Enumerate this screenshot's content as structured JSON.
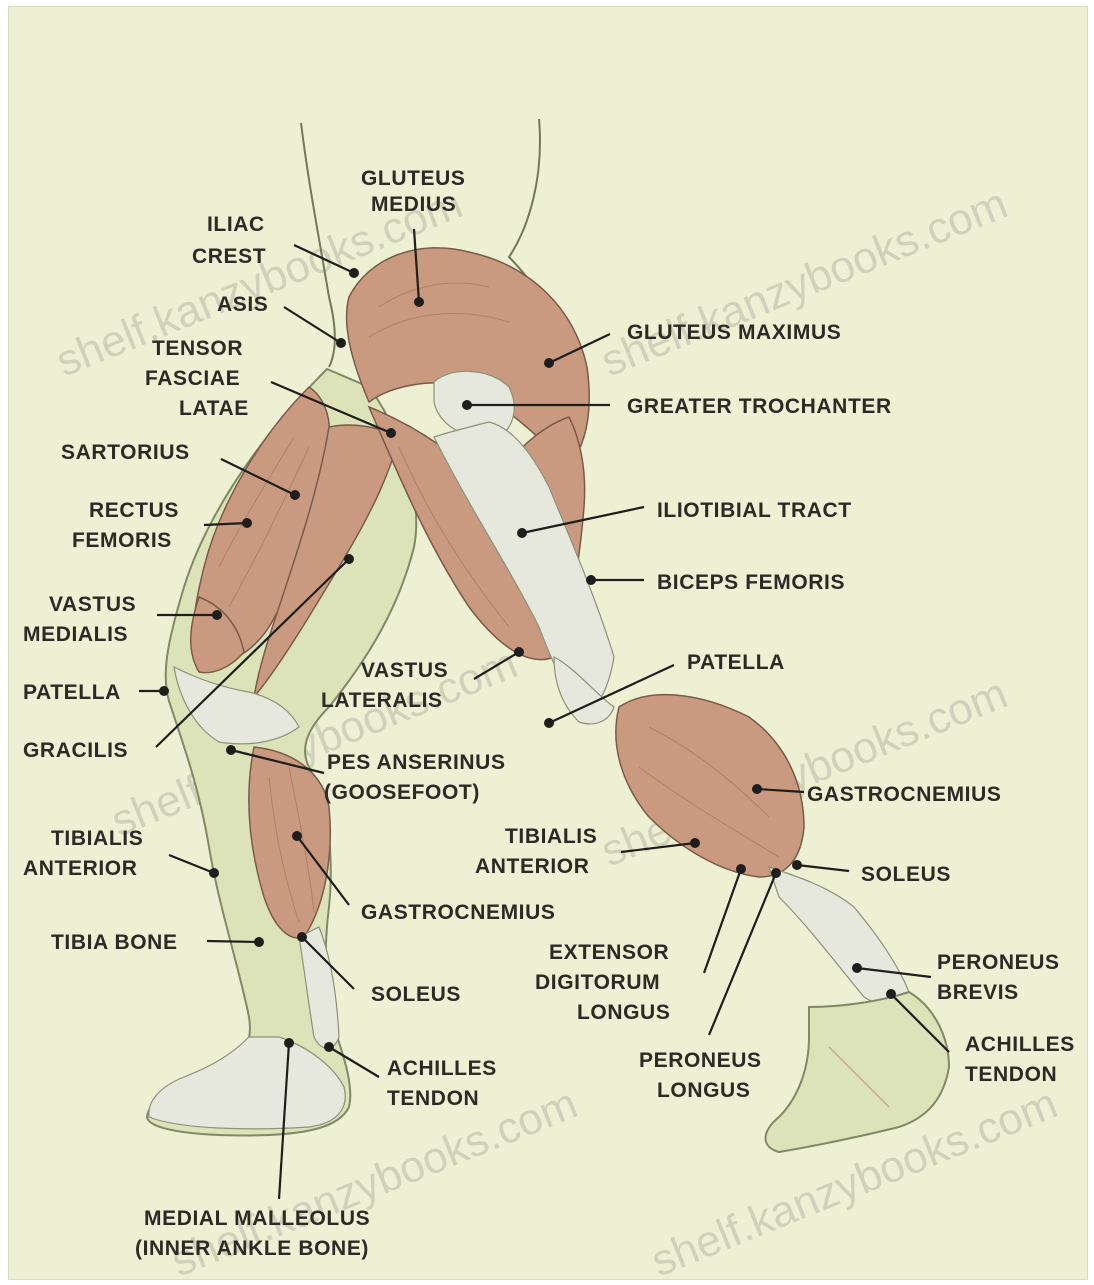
{
  "watermark": "shelf.kanzybooks.com",
  "labels": {
    "gluteus_medius_1": "GLUTEUS",
    "gluteus_medius_2": "MEDIUS",
    "iliac_crest_1": "ILIAC",
    "iliac_crest_2": "CREST",
    "asis": "ASIS",
    "tensor_1": "TENSOR",
    "tensor_2": "FASCIAE",
    "tensor_3": "LATAE",
    "sartorius": "SARTORIUS",
    "rectus_1": "RECTUS",
    "rectus_2": "FEMORIS",
    "vastus_medialis_1": "VASTUS",
    "vastus_medialis_2": "MEDIALIS",
    "patella_left": "PATELLA",
    "gracilis": "GRACILIS",
    "tibialis_left_1": "TIBIALIS",
    "tibialis_left_2": "ANTERIOR",
    "tibia_bone": "TIBIA BONE",
    "gluteus_maximus": "GLUTEUS MAXIMUS",
    "greater_trochanter": "GREATER TROCHANTER",
    "iliotibial_tract": "ILIOTIBIAL TRACT",
    "biceps_femoris": "BICEPS FEMORIS",
    "vastus_lateralis_1": "VASTUS",
    "vastus_lateralis_2": "LATERALIS",
    "patella_right": "PATELLA",
    "pes_1": "PES ANSERINUS",
    "pes_2": "(GOOSEFOOT)",
    "gastroc_right": "GASTROCNEMIUS",
    "tibialis_right_1": "TIBIALIS",
    "tibialis_right_2": "ANTERIOR",
    "soleus_right": "SOLEUS",
    "gastroc_left": "GASTROCNEMIUS",
    "soleus_left": "SOLEUS",
    "extensor_1": "EXTENSOR",
    "extensor_2": "DIGITORUM",
    "extensor_3": "LONGUS",
    "peroneus_brevis_1": "PERONEUS",
    "peroneus_brevis_2": "BREVIS",
    "achilles_left_1": "ACHILLES",
    "achilles_left_2": "TENDON",
    "achilles_right_1": "ACHILLES",
    "achilles_right_2": "TENDON",
    "peroneus_longus_1": "PERONEUS",
    "peroneus_longus_2": "LONGUS",
    "malleolus_1": "MEDIAL MALLEOLUS",
    "malleolus_2": "(INNER ANKLE BONE)"
  },
  "colors": {
    "background": "#eef0d4",
    "muscle": "#c99a80",
    "tendon": "#e6e8de",
    "skin": "#dde3b8",
    "text": "#2b2a26"
  }
}
